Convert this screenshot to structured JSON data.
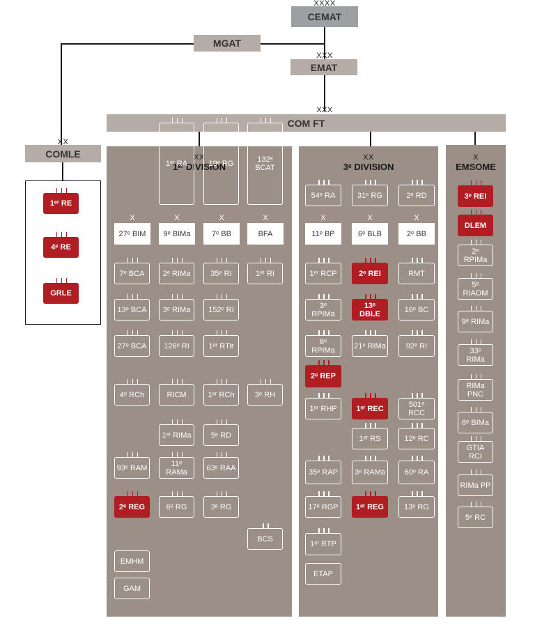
{
  "colors": {
    "hq_box": "#b5aca6",
    "hq_top": "#9d9fa2",
    "panel": "#9b8f88",
    "highlight": "#b01e24",
    "line": "#1a1a1a"
  },
  "top": {
    "cemat": {
      "echelon": "XXXX",
      "label": "CEMAT"
    },
    "mgat": {
      "label": "MGAT"
    },
    "emat": {
      "echelon": "XXX",
      "label": "EMAT"
    },
    "comft": {
      "echelon": "XXX",
      "label": "COM FT"
    },
    "comle": {
      "echelon": "XX",
      "label": "COMLE"
    }
  },
  "comle_units": [
    {
      "label": "1ᵉʳ RE",
      "highlight": true
    },
    {
      "label": "4ᵉ RE",
      "highlight": true
    },
    {
      "label": "GRLE",
      "highlight": true
    }
  ],
  "panels": {
    "div1": {
      "echelon": "XX",
      "title": "1ᵉʳ DIVISION"
    },
    "div3": {
      "echelon": "XX",
      "title": "3ᵉ DIVISION"
    },
    "emsome": {
      "echelon": "X",
      "title": "EMSOME"
    }
  },
  "div1_units": [
    {
      "label": "1ᵉʳ RA",
      "ticks": 3
    },
    {
      "label": "19ᵉ RG",
      "ticks": 3
    },
    {
      "label": "132ᵉ BCAT",
      "ticks": 3
    },
    {
      "label": "27ᵉ BIM",
      "plain": true,
      "x": "X"
    },
    {
      "label": "9ᵉ BIMa",
      "plain": true,
      "x": "X"
    },
    {
      "label": "7ᵉ BB",
      "plain": true,
      "x": "X"
    },
    {
      "label": "BFA",
      "plain": true,
      "x": "X"
    },
    {
      "label": "7ᵉ BCA",
      "ticks": 3
    },
    {
      "label": "2ᵉ RIMa",
      "ticks": 3
    },
    {
      "label": "35ᵉ RI",
      "ticks": 3
    },
    {
      "label": "1ᵉʳ RI",
      "ticks": 3
    },
    {
      "label": "13ᵉ BCA",
      "ticks": 3
    },
    {
      "label": "3ᵉ RIMa",
      "ticks": 3
    },
    {
      "label": "152ᵉ RI",
      "ticks": 3
    },
    {
      "label": "27ᵉ BCA",
      "ticks": 3
    },
    {
      "label": "126ᵉ RI",
      "ticks": 3
    },
    {
      "label": "1ᵉʳ RTir",
      "ticks": 3
    },
    {
      "label": "4ᵉ RCh",
      "ticks": 3
    },
    {
      "label": "RICM",
      "ticks": 3
    },
    {
      "label": "1ᵉʳ RCh",
      "ticks": 3
    },
    {
      "label": "3ᵉ RH",
      "ticks": 3
    },
    {
      "label": "1ᵉʳ RIMa",
      "ticks": 3
    },
    {
      "label": "5ᵉ RD",
      "ticks": 3
    },
    {
      "label": "93ᵉ RAM",
      "ticks": 3
    },
    {
      "label": "11ᵉ RAMa",
      "ticks": 3
    },
    {
      "label": "63ᵉ RAA",
      "ticks": 3
    },
    {
      "label": "2ᵉ REG",
      "ticks": 3,
      "highlight": true
    },
    {
      "label": "6ᵉ RG",
      "ticks": 3
    },
    {
      "label": "3ᵉ RG",
      "ticks": 3
    },
    {
      "label": "BCS",
      "ticks": 2
    },
    {
      "label": "EMHM",
      "ticks": 0
    },
    {
      "label": "GAM",
      "ticks": 0
    }
  ],
  "div3_units": [
    {
      "label": "54ᵉ RA",
      "ticks": 3
    },
    {
      "label": "31ᵉ RG",
      "ticks": 3
    },
    {
      "label": "2ᵉ RD",
      "ticks": 3
    },
    {
      "label": "11ᵉ BP",
      "plain": true,
      "x": "X"
    },
    {
      "label": "6ᵉ BLB",
      "plain": true,
      "x": "X"
    },
    {
      "label": "2ᵉ BB",
      "plain": true,
      "x": "X"
    },
    {
      "label": "1ᵉʳ RCP",
      "ticks": 3
    },
    {
      "label": "2ᵉ REI",
      "ticks": 3,
      "highlight": true
    },
    {
      "label": "RMT",
      "ticks": 3
    },
    {
      "label": "3ᵉ RPIMa",
      "ticks": 3
    },
    {
      "label": "13ᵉ DBLE",
      "ticks": 3,
      "highlight": true
    },
    {
      "label": "16ᵉ BC",
      "ticks": 3
    },
    {
      "label": "8ᵉ RPIMa",
      "ticks": 3
    },
    {
      "label": "21ᵉ RIMa",
      "ticks": 3
    },
    {
      "label": "92ᵉ RI",
      "ticks": 3
    },
    {
      "label": "2ᵉ REP",
      "ticks": 3,
      "highlight": true
    },
    {
      "label": "1ᵉʳ RHP",
      "ticks": 3
    },
    {
      "label": "1ᵉʳ REC",
      "ticks": 3,
      "highlight": true
    },
    {
      "label": "501ᵉ RCC",
      "ticks": 3
    },
    {
      "label": "1ᵉʳ RS",
      "ticks": 3
    },
    {
      "label": "12ᵉ RC",
      "ticks": 3
    },
    {
      "label": "35ᵉ RAP",
      "ticks": 3
    },
    {
      "label": "3ᵉ RAMa",
      "ticks": 3
    },
    {
      "label": "60ᵉ RA",
      "ticks": 3
    },
    {
      "label": "17ᵉ RGP",
      "ticks": 3
    },
    {
      "label": "1ᵉʳ REG",
      "ticks": 3,
      "highlight": true
    },
    {
      "label": "13ᵉ RG",
      "ticks": 3
    },
    {
      "label": "1ᵉʳ RTP",
      "ticks": 3
    },
    {
      "label": "ETAP",
      "ticks": 0
    }
  ],
  "emsome_units": [
    {
      "label": "3ᵉ REI",
      "ticks": 3,
      "highlight": true
    },
    {
      "label": "DLEM",
      "ticks": 3,
      "highlight": true
    },
    {
      "label": "2ᵉ RPIMa",
      "ticks": 3
    },
    {
      "label": "5ᵉ RIAOM",
      "ticks": 3
    },
    {
      "label": "9ᵉ RIMa",
      "ticks": 3
    },
    {
      "label": "33ᵉ RIMa",
      "ticks": 3
    },
    {
      "label": "RIMa PNC",
      "ticks": 3
    },
    {
      "label": "6ᵉ BIMa",
      "ticks": 3
    },
    {
      "label": "GTIA RCI",
      "ticks": 3
    },
    {
      "label": "RIMa PP",
      "ticks": 3
    },
    {
      "label": "5ᵉ RC",
      "ticks": 3
    }
  ]
}
